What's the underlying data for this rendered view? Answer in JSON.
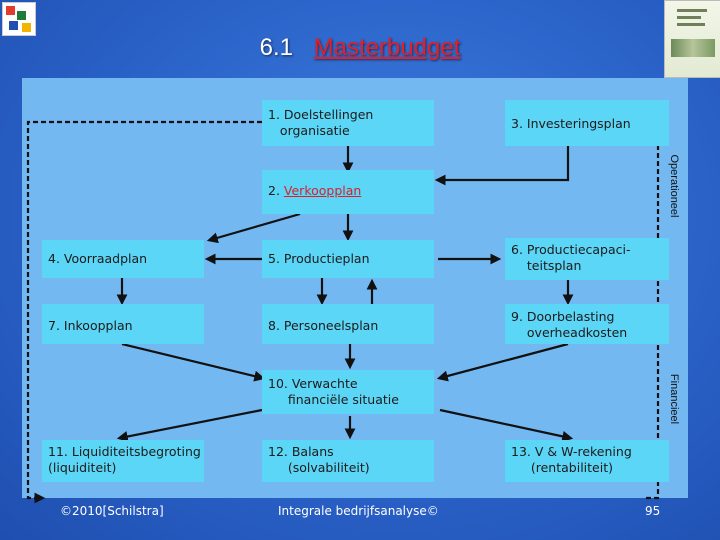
{
  "slide": {
    "number": "6.1",
    "title": "Masterbudget"
  },
  "boxes": {
    "b1": "1. Doelstellingen\n   organisatie",
    "b2_prefix": "2. ",
    "b2_link": "Verkoopplan",
    "b3": "3. Investeringsplan",
    "b4": "4. Voorraadplan",
    "b5": "5. Productieplan",
    "b6": "6. Productiecapaci-\n    teitsplan",
    "b7": "7. Inkoopplan",
    "b8": "8. Personeelsplan",
    "b9": "9. Doorbelasting\n    overheadkosten",
    "b10": "10. Verwachte\n     financiële situatie",
    "b11": "11. Liquiditeitsbegroting\n(liquiditeit)",
    "b12": "12. Balans\n     (solvabiliteit)",
    "b13": "13. V & W-rekening\n     (rentabiliteit)"
  },
  "side_labels": {
    "top": "Operationeel",
    "bottom": "Financieel"
  },
  "footer": {
    "copyright": "©2010[Schilstra]",
    "center": "Integrale bedrijfsanalyse©",
    "page": "95"
  },
  "colors": {
    "background": "#2a62c8",
    "panel": "#74b8f2",
    "box": "#5cd6f7",
    "accent": "#e0212b"
  }
}
